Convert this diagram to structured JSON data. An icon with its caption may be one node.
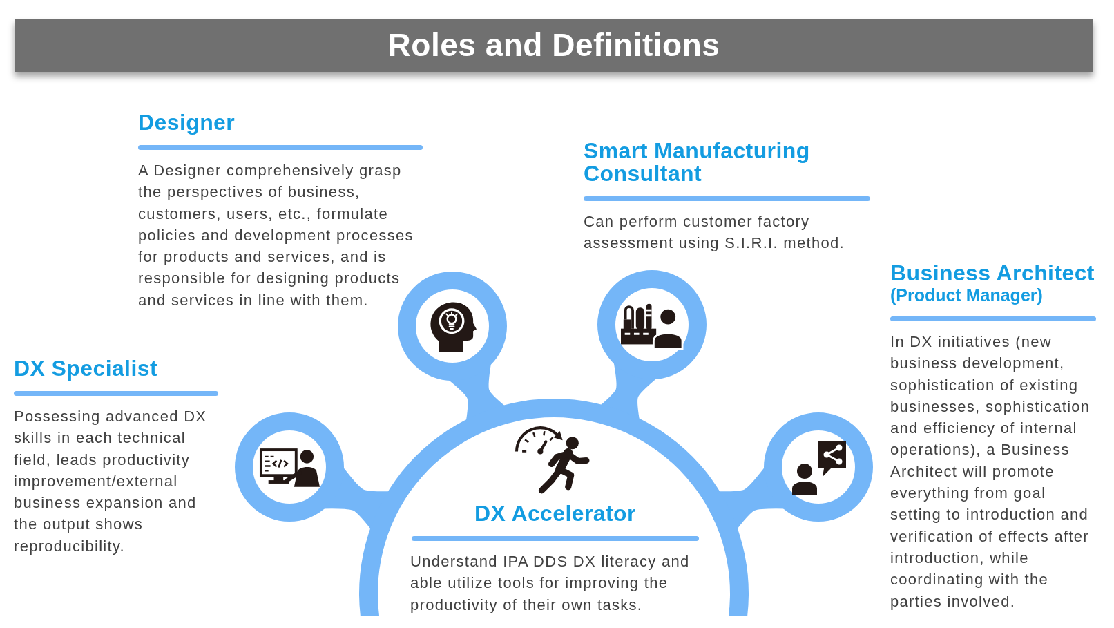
{
  "diagram": {
    "title": "Roles and Definitions",
    "nodes": [
      {
        "text": [],
        "shape": "circle",
        "beside": [
          "Designer",
          "A Designer comprehensively grasp the perspectives of business, customers, users, etc., formulate policies and development processes for products and services, and is responsible for designing products and services in line with them."
        ]
      },
      {
        "text": [],
        "shape": "circle",
        "beside": [
          "Smart Manufacturing Consultant",
          "Can perform customer factory assessment using S.I.R.I. method."
        ]
      },
      {
        "text": [],
        "shape": "circle",
        "beside": [
          "Business Architect",
          "(Product Manager)",
          "In DX initiatives (new business development, sophistication of existing businesses, sophistication and efficiency of internal operations), a Business Architect will promote everything from goal setting to introduction and verification of effects after introduction, while coordinating with the parties involved."
        ]
      },
      {
        "text": [],
        "shape": "circle",
        "beside": [
          "DX Specialist",
          "Possessing advanced DX skills in each technical field, leads productivity improvement/external business expansion and the output shows reproducibility."
        ]
      },
      {
        "text": [
          "DX Accelerator",
          "Understand IPA DDS DX literacy and able utilize tools for improving the productivity of their own tasks."
        ]
      }
    ],
    "edges": [
      {
        "from": 0,
        "to": 4,
        "arrow": "none"
      },
      {
        "from": 1,
        "to": 4,
        "arrow": "none"
      },
      {
        "from": 2,
        "to": 4,
        "arrow": "none"
      },
      {
        "from": 3,
        "to": 4,
        "arrow": "none"
      }
    ]
  }
}
